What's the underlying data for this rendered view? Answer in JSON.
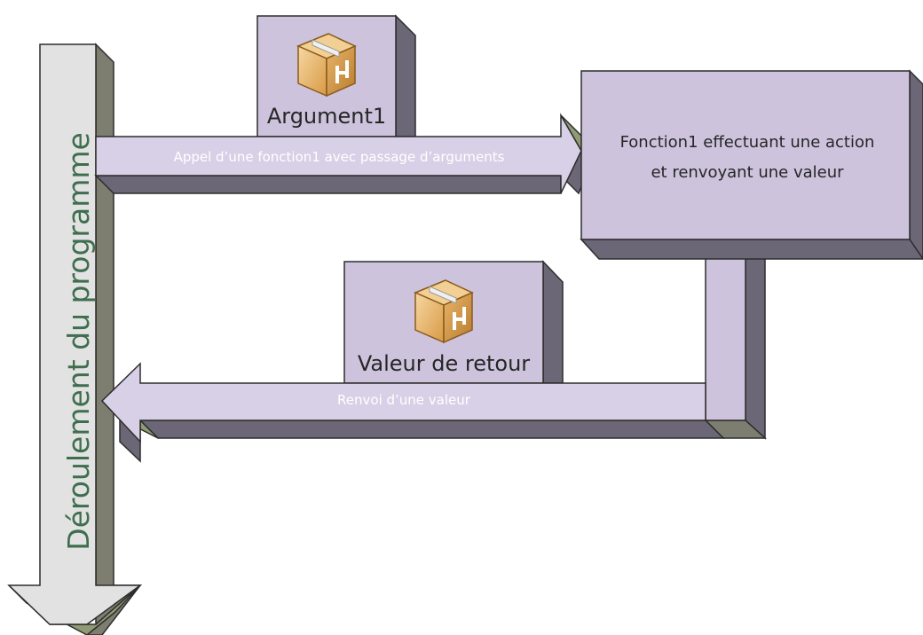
{
  "diagram": {
    "vertical_label": "Déroulement du programme",
    "call_arrow_label": "Appel d’une fonction1 avec passage d’arguments",
    "function_box_label": {
      "line1": "Fonction1 effectuant une action",
      "line2": "et renvoyant une valeur"
    },
    "return_arrow_label": "Renvoi d’une valeur",
    "argument_box_label": "Argument1",
    "return_box_label": "Valeur de retour",
    "icons": {
      "argument": "package-box-icon",
      "return": "package-box-icon"
    }
  },
  "colors": {
    "face": "#cec3dd",
    "dark_side": "#6b6776",
    "mid_side": "#7d7e6f",
    "bottom_side": "#8e9b73",
    "arrow_face": "#d8d0e6",
    "vertical_face": "#e2e2e2",
    "vertical_text": "#3f6e4f",
    "arrow_text": "#ffffff",
    "box_text": "#262626",
    "outline": "#2d2d2d"
  }
}
